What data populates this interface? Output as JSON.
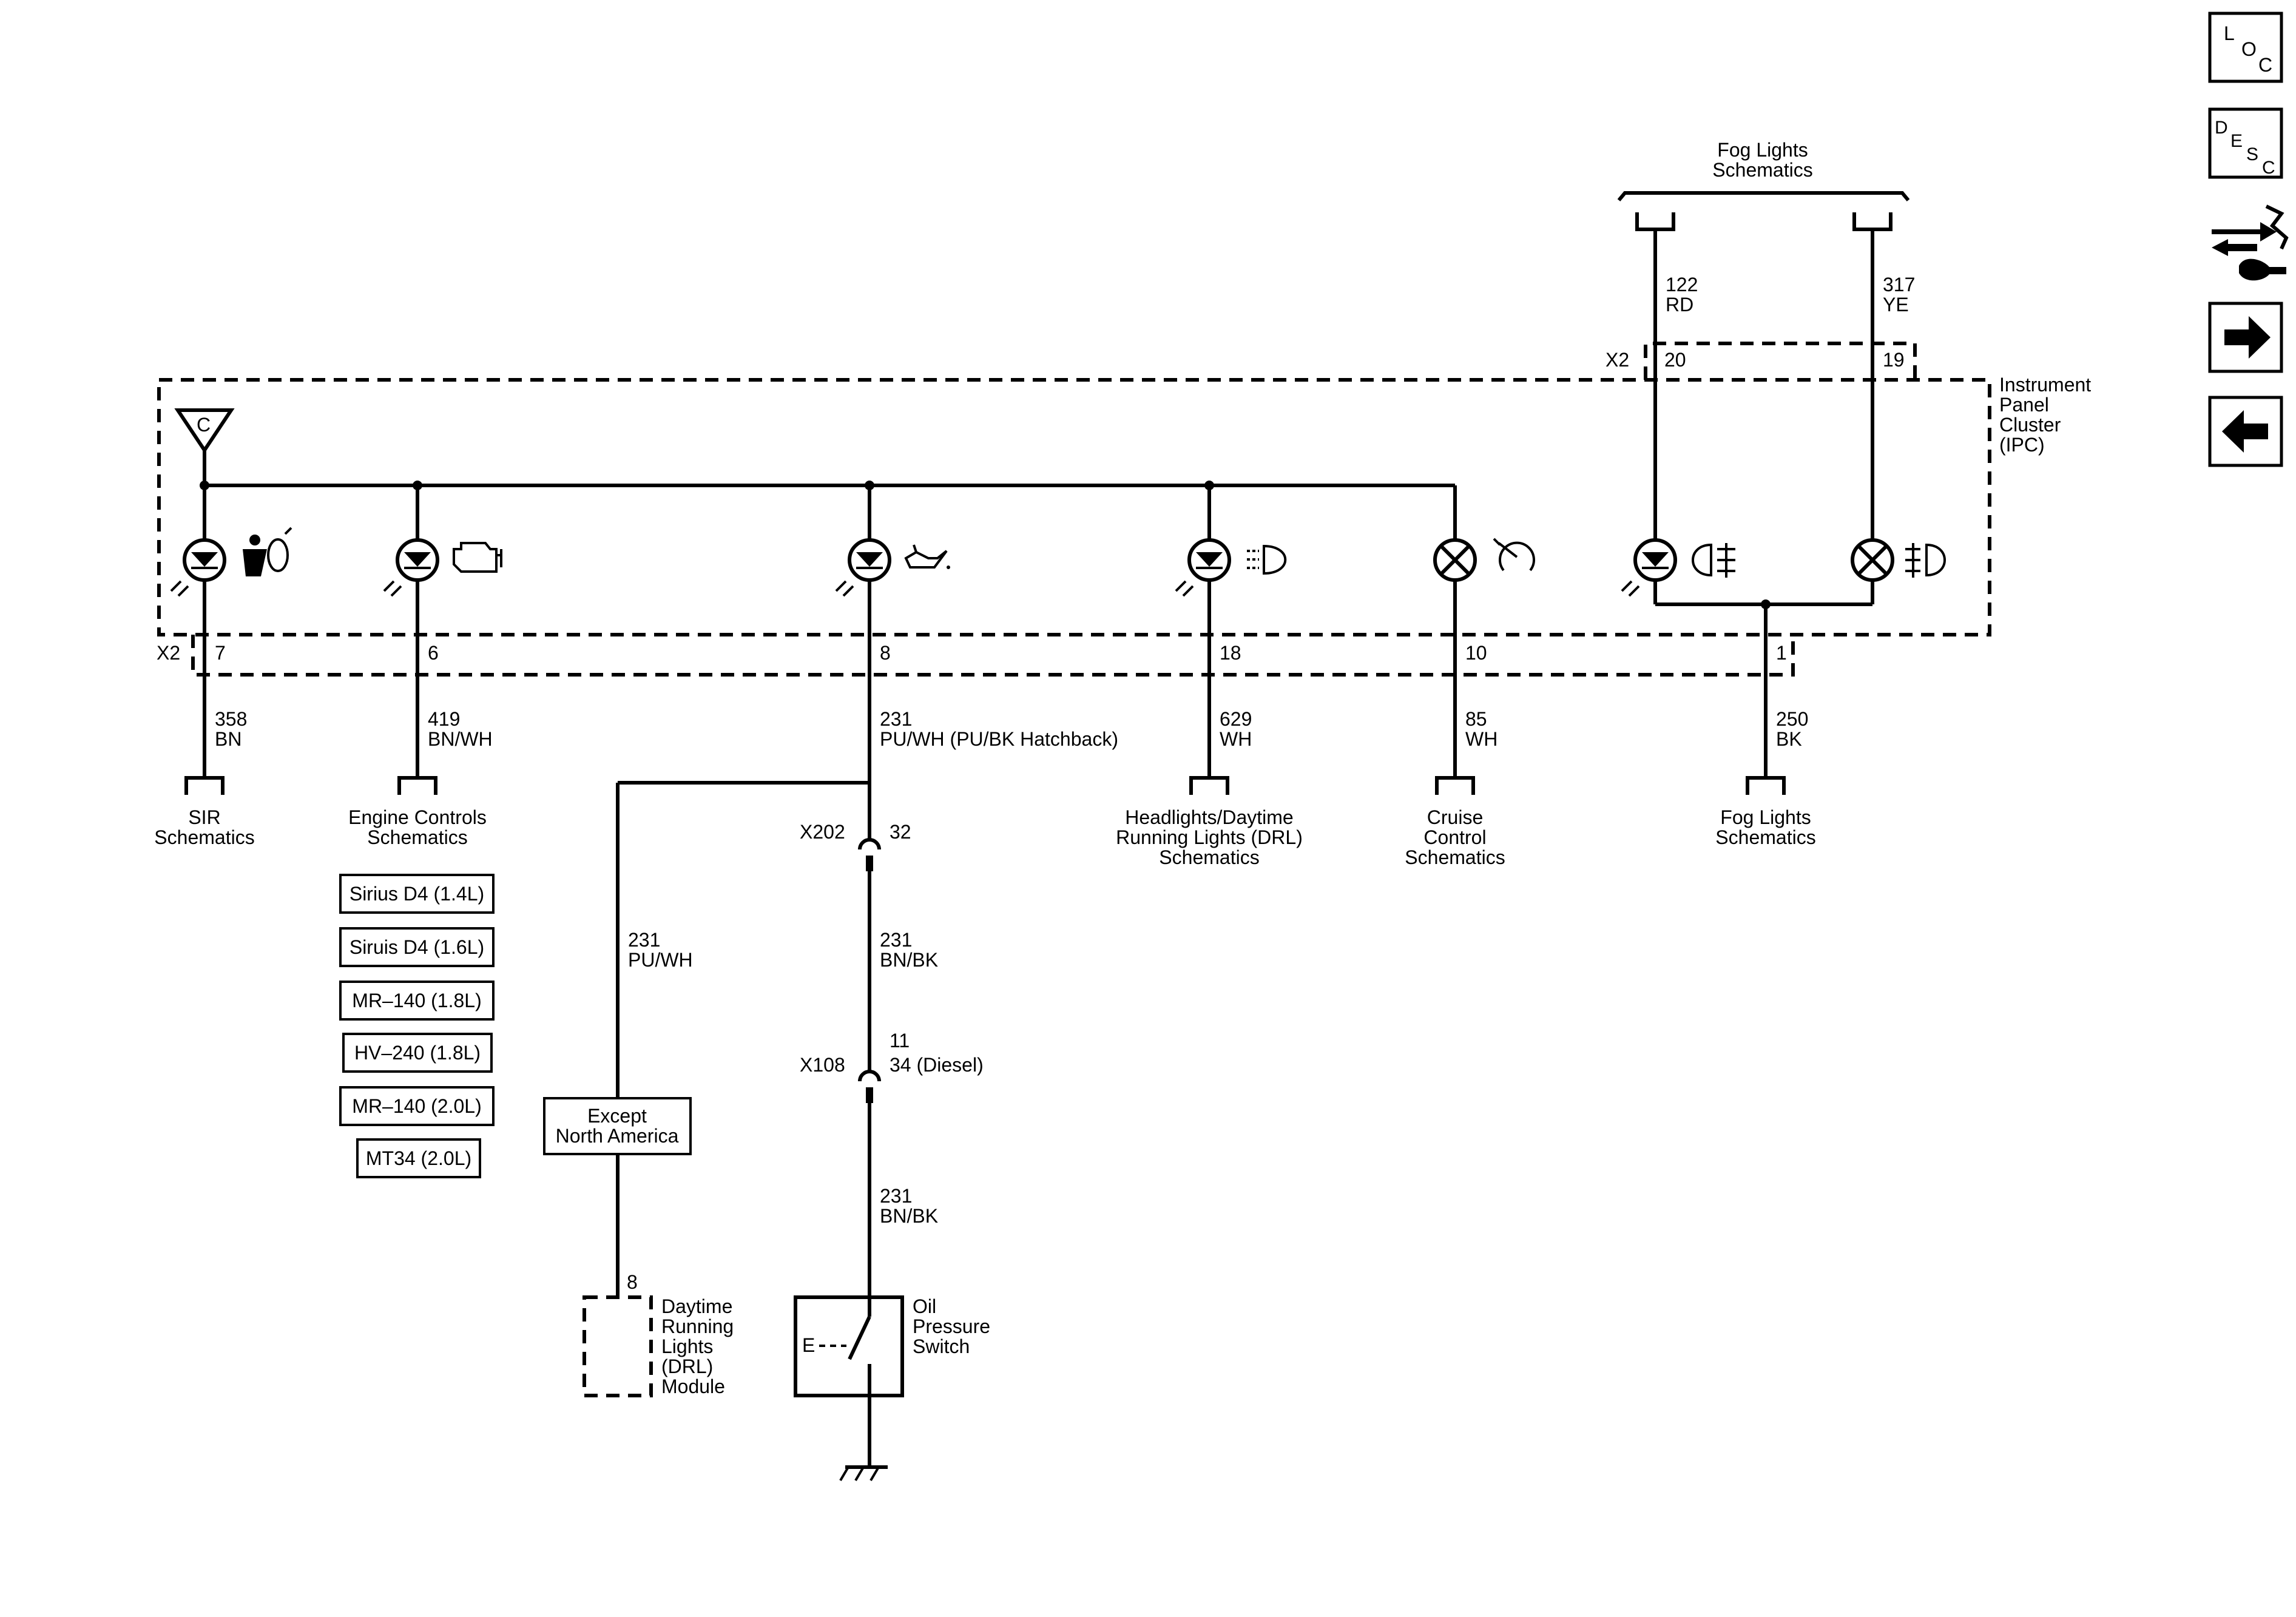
{
  "module": {
    "name": [
      "Instrument",
      "Panel",
      "Cluster",
      "(IPC)"
    ],
    "connector_top": "X2",
    "connector_bottom": "X2",
    "dim_symbol": "C"
  },
  "fog_top": {
    "title": [
      "Fog Lights",
      "Schematics"
    ],
    "left_wire": [
      "122",
      "RD"
    ],
    "right_wire": [
      "317",
      "YE"
    ],
    "left_pin": "20",
    "right_pin": "19"
  },
  "bottom_pins": [
    {
      "pin": "7",
      "circuit": [
        "358",
        "BN"
      ],
      "dest": [
        "SIR",
        "Schematics"
      ]
    },
    {
      "pin": "6",
      "circuit": [
        "419",
        "BN/WH"
      ],
      "dest": [
        "Engine Controls",
        "Schematics"
      ]
    },
    {
      "pin": "8",
      "circuit": [
        "231",
        "PU/WH (PU/BK Hatchback)"
      ],
      "dest": []
    },
    {
      "pin": "18",
      "circuit": [
        "629",
        "WH"
      ],
      "dest": [
        "Headlights/Daytime",
        "Running Lights (DRL)",
        "Schematics"
      ]
    },
    {
      "pin": "10",
      "circuit": [
        "85",
        "WH"
      ],
      "dest": [
        "Cruise",
        "Control",
        "Schematics"
      ]
    },
    {
      "pin": "1",
      "circuit": [
        "250",
        "BK"
      ],
      "dest": [
        "Fog Lights",
        "Schematics"
      ]
    }
  ],
  "engine_options": [
    "Sirius D4 (1.4L)",
    "Siruis D4 (1.6L)",
    "MR–140 (1.8L)",
    "HV–240 (1.8L)",
    "MR–140 (2.0L)",
    "MT34 (2.0L)"
  ],
  "oil_circuit": {
    "x202": {
      "name": "X202",
      "pin": "32"
    },
    "mid_wire": [
      "231",
      "BN/BK"
    ],
    "x108": {
      "name": "X108",
      "pins": [
        "11",
        "34 (Diesel)"
      ]
    },
    "low_wire": [
      "231",
      "BN/BK"
    ],
    "switch_name": [
      "Oil",
      "Pressure",
      "Switch"
    ]
  },
  "drl_branch": {
    "wire": [
      "231",
      "PU/WH"
    ],
    "option": [
      "Except",
      "North America"
    ],
    "pin": "8",
    "module_name": [
      "Daytime",
      "Running",
      "Lights",
      "(DRL)",
      "Module"
    ]
  },
  "indicators": [
    {
      "icon": "airbag-warning-icon",
      "type": "led"
    },
    {
      "icon": "engine-check-icon",
      "type": "led"
    },
    {
      "icon": "oil-pressure-icon",
      "type": "led"
    },
    {
      "icon": "headlamp-icon",
      "type": "led"
    },
    {
      "icon": "cruise-control-icon",
      "type": "bulb"
    },
    {
      "icon": "front-fog-lamp-icon",
      "type": "led"
    },
    {
      "icon": "rear-fog-lamp-icon",
      "type": "bulb"
    }
  ],
  "nav": {
    "loc": [
      "L",
      "O",
      "C"
    ],
    "desc": [
      "D",
      "E",
      "S",
      "C"
    ],
    "icons": [
      "connector-tool-icon",
      "next-arrow-icon",
      "previous-arrow-icon"
    ]
  }
}
